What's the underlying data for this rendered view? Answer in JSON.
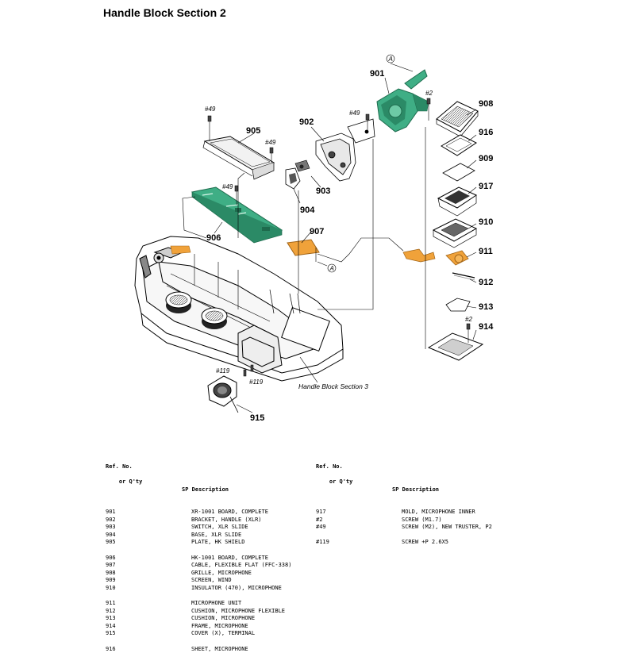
{
  "title": "Handle Block Section 2",
  "callouts": [
    "901",
    "902",
    "903",
    "904",
    "905",
    "906",
    "907",
    "908",
    "909",
    "910",
    "911",
    "912",
    "913",
    "914",
    "915",
    "916",
    "917"
  ],
  "screw_labels": {
    "s49a": "#49",
    "s49b": "#49",
    "s49c": "#49",
    "s49d": "#49",
    "s2a": "#2",
    "s2b": "#2",
    "s119a": "#119",
    "s119b": "#119"
  },
  "ref_marker": "A",
  "section_note": "Handle Block Section 3",
  "table": {
    "header_ref_line1": "Ref. No.",
    "header_ref_line2": "or Q'ty",
    "header_desc": "SP Description",
    "left": [
      {
        "ref": "901",
        "desc": "XR-1001 BOARD, COMPLETE"
      },
      {
        "ref": "902",
        "desc": "BRACKET, HANDLE (XLR)"
      },
      {
        "ref": "903",
        "desc": "SWITCH, XLR SLIDE"
      },
      {
        "ref": "904",
        "desc": "BASE, XLR SLIDE"
      },
      {
        "ref": "905",
        "desc": "PLATE, HK SHIELD"
      },
      {
        "ref": "906",
        "desc": "HK-1001 BOARD, COMPLETE"
      },
      {
        "ref": "907",
        "desc": "CABLE, FLEXIBLE FLAT (FFC-338)"
      },
      {
        "ref": "908",
        "desc": "GRILLE, MICROPHONE"
      },
      {
        "ref": "909",
        "desc": "SCREEN, WIND"
      },
      {
        "ref": "910",
        "desc": "INSULATOR (470), MICROPHONE"
      },
      {
        "ref": "911",
        "desc": "MICROPHONE UNIT"
      },
      {
        "ref": "912",
        "desc": "CUSHION, MICROPHONE FLEXIBLE"
      },
      {
        "ref": "913",
        "desc": "CUSHION, MICROPHONE"
      },
      {
        "ref": "914",
        "desc": "FRAME, MICROPHONE"
      },
      {
        "ref": "915",
        "desc": "COVER (X), TERMINAL"
      },
      {
        "ref": "916",
        "desc": "SHEET, MICROPHONE"
      }
    ],
    "right": [
      {
        "ref": "917",
        "desc": "MOLD, MICROPHONE INNER"
      },
      {
        "ref": "#2",
        "desc": "SCREW (M1.7)"
      },
      {
        "ref": "#49",
        "desc": "SCREW (M2), NEW TRUSTER, P2"
      },
      {
        "ref": "#119",
        "desc": "SCREW +P 2.6X5"
      }
    ]
  },
  "colors": {
    "board_green": "#3fae85",
    "board_dark": "#2b8a66",
    "flex_orange": "#f0a23a",
    "line": "#000000"
  }
}
